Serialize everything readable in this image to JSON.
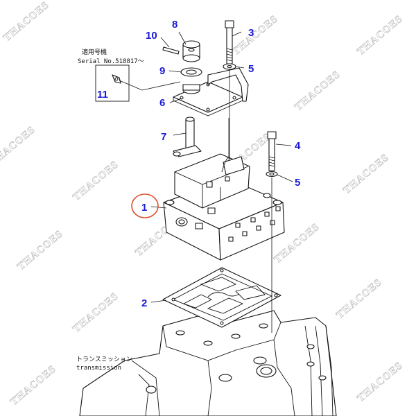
{
  "watermark": "THACOES",
  "colors": {
    "callout": "#1a1ad6",
    "highlight": "#e0502f",
    "line": "#111111"
  },
  "serial_note": {
    "applicable_label": "適用号機",
    "serial_label": "Serial No.518817～"
  },
  "transmission_label": {
    "jp": "トランスミッション",
    "en": "transmission"
  },
  "callouts": [
    {
      "id": "1",
      "label": "1",
      "part": "valve-body",
      "highlighted": true
    },
    {
      "id": "2",
      "label": "2",
      "part": "gasket"
    },
    {
      "id": "3",
      "label": "3",
      "part": "bolt-upper"
    },
    {
      "id": "4",
      "label": "4",
      "part": "bolt-lower"
    },
    {
      "id": "5a",
      "label": "5",
      "part": "washer-upper"
    },
    {
      "id": "5b",
      "label": "5",
      "part": "washer-lower"
    },
    {
      "id": "6",
      "label": "6",
      "part": "plate"
    },
    {
      "id": "7",
      "label": "7",
      "part": "lever-shaft"
    },
    {
      "id": "8",
      "label": "8",
      "part": "knob"
    },
    {
      "id": "9",
      "label": "9",
      "part": "o-ring"
    },
    {
      "id": "10",
      "label": "10",
      "part": "pin"
    },
    {
      "id": "11",
      "label": "11",
      "part": "clip"
    }
  ]
}
